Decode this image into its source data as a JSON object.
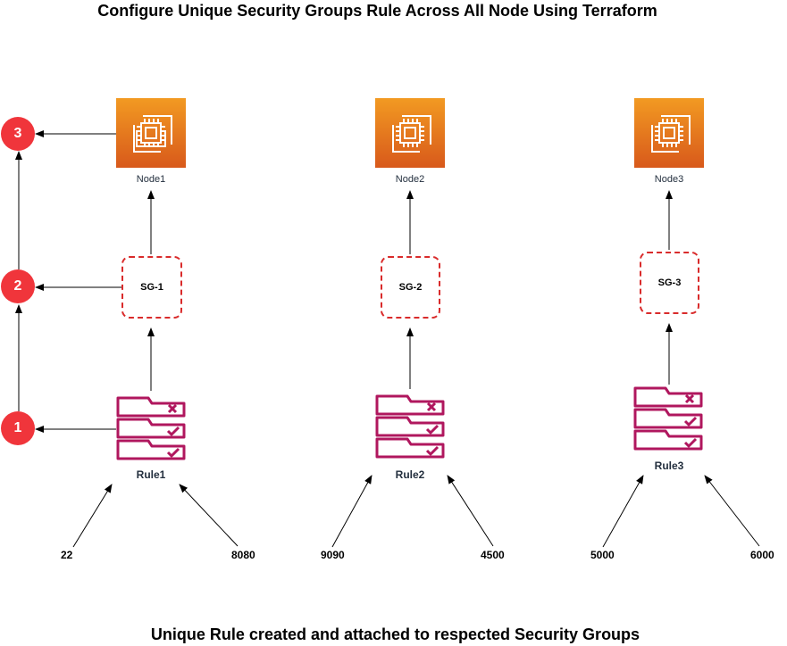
{
  "title": "Configure Unique Security  Groups Rule  Across  All Node Using Terraform",
  "footer": "Unique Rule created and attached to respected Security Groups",
  "colors": {
    "ec2_top": "#f29a22",
    "ec2_bottom": "#d8591b",
    "sg_border": "#d92b2b",
    "rule_icon": "#b0175e",
    "step_badge": "#f0353b"
  },
  "icons": {
    "node": "ec2-instance-icon",
    "rule": "security-group-rules-icon"
  },
  "columns": [
    {
      "node": "Node1",
      "sg": "SG-1",
      "rule": "Rule1",
      "ports": [
        "22",
        "8080"
      ]
    },
    {
      "node": "Node2",
      "sg": "SG-2",
      "rule": "Rule2",
      "ports": [
        "9090",
        "4500"
      ]
    },
    {
      "node": "Node3",
      "sg": "SG-3",
      "rule": "Rule3",
      "ports": [
        "5000",
        "6000"
      ]
    }
  ],
  "steps": [
    "1",
    "2",
    "3"
  ]
}
